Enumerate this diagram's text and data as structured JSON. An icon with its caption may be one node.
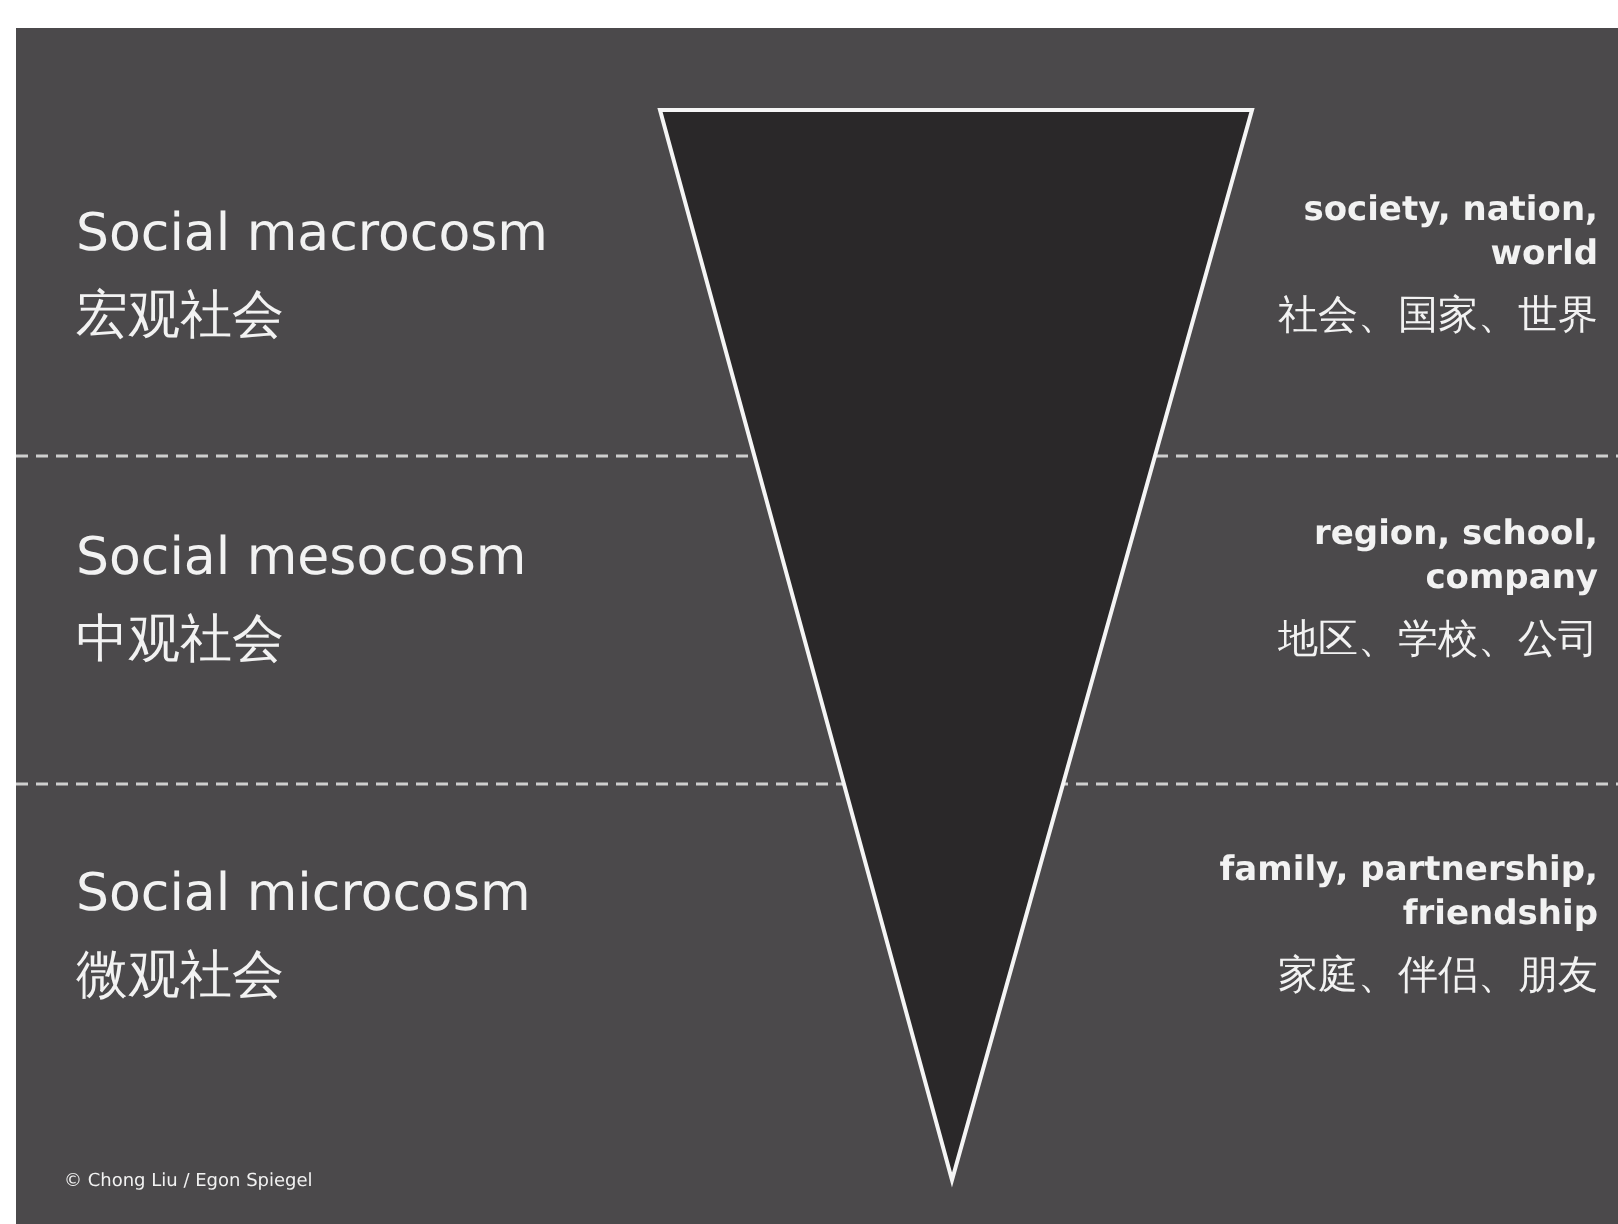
{
  "diagram": {
    "labels": [
      "Social macrocosm",
      "宏观社会",
      "society, nation, world",
      "社会、国家、世界",
      "Social mesocosm",
      "中观社会",
      "region, school, company",
      "地区、学校、公司",
      "Social microcosm",
      "微观社会",
      "family, partnership, friendship",
      "家庭、伴侣、朋友",
      "© Chong Liu / Egon Spiegel"
    ]
  }
}
